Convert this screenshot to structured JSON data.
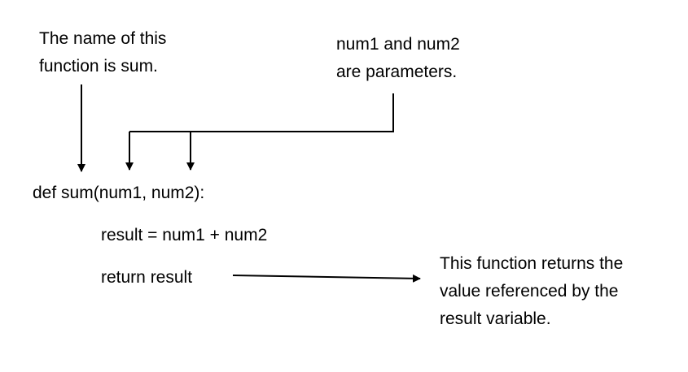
{
  "annotations": {
    "function_name": [
      "The name of this",
      "function is sum."
    ],
    "parameters": [
      "num1 and num2",
      "are parameters."
    ],
    "return_note": [
      "This function returns the",
      "value referenced by the",
      "result variable."
    ]
  },
  "code": {
    "def_line": "def sum(num1, num2):",
    "body_line": "result = num1 + num2",
    "return_line": "return result"
  }
}
